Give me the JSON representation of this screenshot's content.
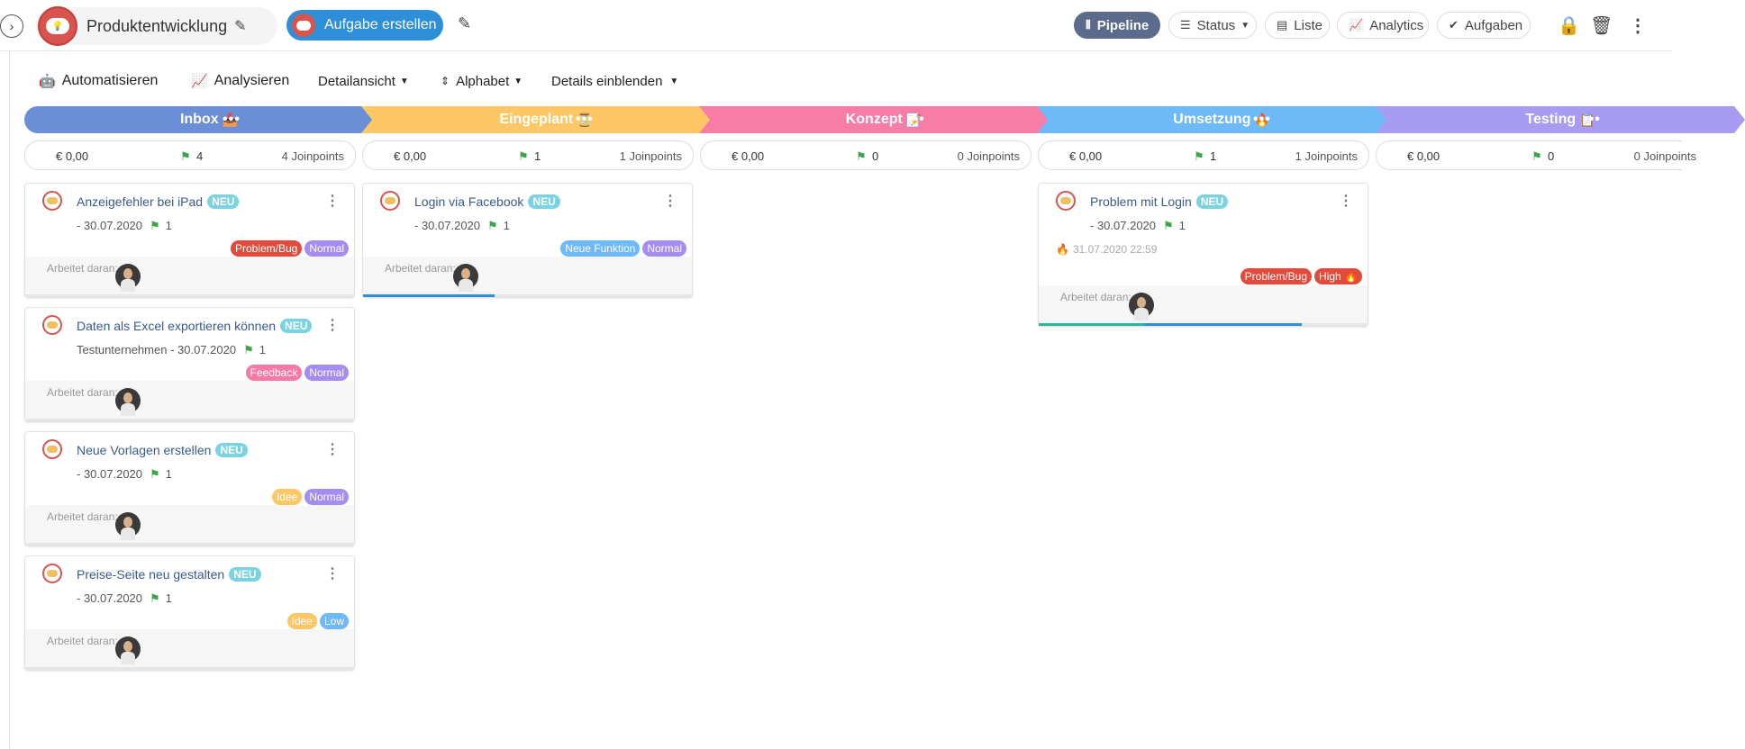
{
  "header": {
    "project_title": "Produktentwicklung",
    "create_button": "Aufgabe erstellen",
    "views": [
      {
        "label": "Pipeline",
        "icon": "pipeline-icon",
        "active": true
      },
      {
        "label": "Status",
        "icon": "list-lines-icon",
        "active": false
      },
      {
        "label": "Liste",
        "icon": "list-icon",
        "active": false
      },
      {
        "label": "Analytics",
        "icon": "chart-line-icon",
        "active": false
      },
      {
        "label": "Aufgaben",
        "icon": "check-circle-icon",
        "active": false
      }
    ]
  },
  "toolbar": {
    "automate": "Automatisieren",
    "analyze": "Analysieren",
    "detail_view": "Detailansicht",
    "sort": "Alphabet",
    "show_details": "Details einblenden"
  },
  "stages": [
    {
      "name": "Inbox",
      "emoji": "📥",
      "color": "#6a8fd6"
    },
    {
      "name": "Eingeplant",
      "emoji": "⏳",
      "color": "#fdc765"
    },
    {
      "name": "Konzept",
      "emoji": "📝",
      "color": "#f77ca6"
    },
    {
      "name": "Umsetzung",
      "emoji": "🔥",
      "color": "#6eb9f7"
    },
    {
      "name": "Testing",
      "emoji": "📋",
      "color": "#a89cf2"
    }
  ],
  "summaries": [
    {
      "money": "€ 0,00",
      "count": "4",
      "joinpoints": "4 Joinpoints"
    },
    {
      "money": "€ 0,00",
      "count": "1",
      "joinpoints": "1 Joinpoints"
    },
    {
      "money": "€ 0,00",
      "count": "0",
      "joinpoints": "0 Joinpoints"
    },
    {
      "money": "€ 0,00",
      "count": "1",
      "joinpoints": "1 Joinpoints"
    },
    {
      "money": "€ 0,00",
      "count": "0",
      "joinpoints": "0 Joinpoints"
    }
  ],
  "common": {
    "badge_new": "NEU",
    "working_label": "Arbeitet daran:"
  },
  "cards": [
    {
      "title": "Anzeigefehler bei iPad",
      "meta": "- 30.07.2020",
      "flags": "1",
      "tags": [
        {
          "label": "Problem/Bug",
          "color": "#e24b3b"
        },
        {
          "label": "Normal",
          "color": "#a48cf0"
        }
      ],
      "progress": 0
    },
    {
      "title": "Daten als Excel exportieren können",
      "meta": "Testunternehmen - 30.07.2020",
      "flags": "1",
      "tags": [
        {
          "label": "Feedback",
          "color": "#f57aa6"
        },
        {
          "label": "Normal",
          "color": "#a48cf0"
        }
      ],
      "progress": 0
    },
    {
      "title": "Neue Vorlagen erstellen",
      "meta": "- 30.07.2020",
      "flags": "1",
      "tags": [
        {
          "label": "Idee",
          "color": "#fdc765"
        },
        {
          "label": "Normal",
          "color": "#a48cf0"
        }
      ],
      "progress": 0
    },
    {
      "title": "Preise-Seite neu gestalten",
      "meta": "- 30.07.2020",
      "flags": "1",
      "tags": [
        {
          "label": "Idee",
          "color": "#fdc765"
        },
        {
          "label": "Low",
          "color": "#6eb9f7"
        }
      ],
      "progress": 0
    },
    {
      "title": "Login via Facebook",
      "meta": "- 30.07.2020",
      "flags": "1",
      "tags": [
        {
          "label": "Neue Funktion",
          "color": "#6eb9f7"
        },
        {
          "label": "Normal",
          "color": "#a48cf0"
        }
      ],
      "progress": 0.4
    },
    {
      "title": "Problem mit Login",
      "meta": "- 30.07.2020",
      "flags": "1",
      "due": "31.07.2020 22:59",
      "tags": [
        {
          "label": "Problem/Bug",
          "color": "#e24b3b"
        },
        {
          "label": "High 🔥",
          "color": "#e24b3b"
        }
      ],
      "progress": 0.8
    }
  ]
}
